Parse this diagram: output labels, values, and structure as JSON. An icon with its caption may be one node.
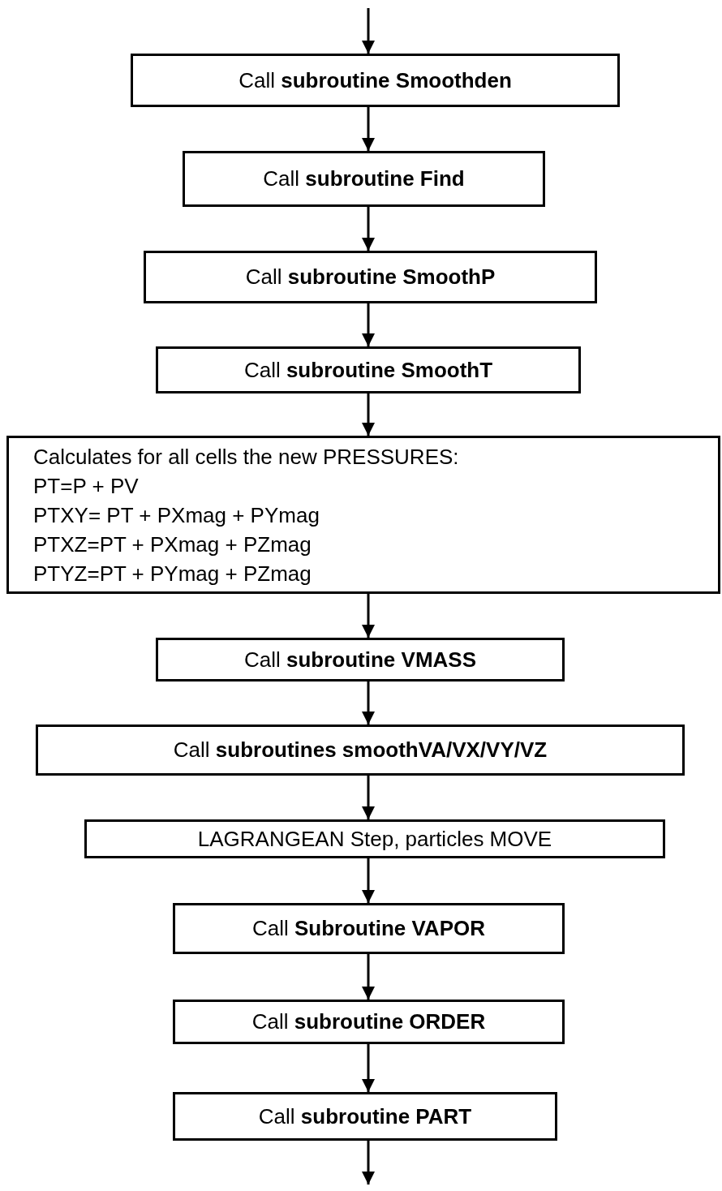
{
  "diagram": {
    "nodes": [
      {
        "text": [
          "Call **subroutine Smoothden**"
        ]
      },
      {
        "text": [
          "Call **subroutine Find**"
        ]
      },
      {
        "text": [
          "Call **subroutine SmoothP**"
        ]
      },
      {
        "text": [
          "Call **subroutine SmoothT**"
        ]
      },
      {
        "text": [
          "Calculates for all cells the new PRESSURES:",
          "PT=P + PV",
          "PTXY= PT + PXmag + PYmag",
          "PTXZ=PT + PXmag + PZmag",
          "PTYZ=PT + PYmag + PZmag"
        ]
      },
      {
        "text": [
          "Call **subroutine VMASS**"
        ]
      },
      {
        "text": [
          "Call **subroutines smoothVA/VX/VY/VZ**"
        ]
      },
      {
        "text": [
          "LAGRANGEAN Step, particles MOVE"
        ]
      },
      {
        "text": [
          "Call **Subroutine VAPOR**"
        ]
      },
      {
        "text": [
          "Call **subroutine ORDER**"
        ]
      },
      {
        "text": [
          "Call **subroutine PART**"
        ]
      }
    ],
    "edges": [
      {
        "from": null,
        "to": 0,
        "arrow": "to"
      },
      {
        "from": 0,
        "to": 1,
        "arrow": "to"
      },
      {
        "from": 1,
        "to": 2,
        "arrow": "to"
      },
      {
        "from": 2,
        "to": 3,
        "arrow": "to"
      },
      {
        "from": 3,
        "to": 4,
        "arrow": "to"
      },
      {
        "from": 4,
        "to": 5,
        "arrow": "to"
      },
      {
        "from": 5,
        "to": 6,
        "arrow": "to"
      },
      {
        "from": 6,
        "to": 7,
        "arrow": "to"
      },
      {
        "from": 7,
        "to": 8,
        "arrow": "to"
      },
      {
        "from": 8,
        "to": 9,
        "arrow": "to"
      },
      {
        "from": 9,
        "to": 10,
        "arrow": "to"
      },
      {
        "from": 10,
        "to": null,
        "arrow": "to"
      }
    ]
  }
}
